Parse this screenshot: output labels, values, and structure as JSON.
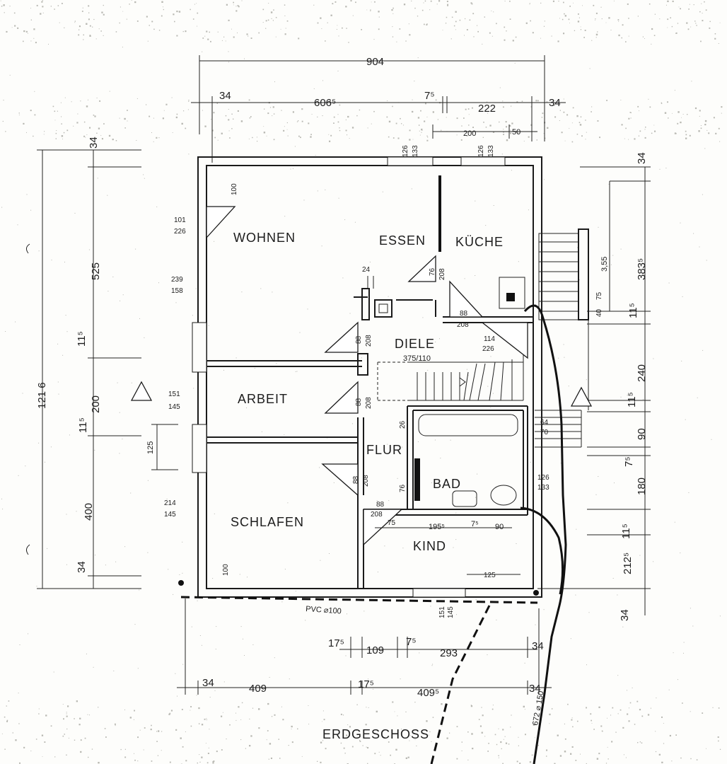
{
  "plan_title": "ERDGESCHOSS",
  "rooms": {
    "wohnen": "WOHNEN",
    "essen": "ESSEN",
    "kueche": "KÜCHE",
    "diele": "DIELE",
    "arbeit": "ARBEIT",
    "flur": "FLUR",
    "bad": "BAD",
    "schlafen": "SCHLAFEN",
    "kind": "KIND"
  },
  "dims_top": {
    "total": "904",
    "a": "34",
    "b": "606⁵",
    "c": "7⁵",
    "d": "222",
    "e": "34",
    "f": "200",
    "g": "50",
    "w1": "126",
    "w1b": "133",
    "w2": "126",
    "w2b": "133"
  },
  "dims_left": {
    "total": "121 6",
    "a": "34",
    "b": "525",
    "c": "11⁵",
    "d": "200",
    "e": "11⁵",
    "f": "400",
    "g": "34",
    "h": "125"
  },
  "dims_right": {
    "a": "34",
    "b": "383⁵",
    "c": "3,55",
    "d": "11⁵",
    "e": "240",
    "f": "11⁵",
    "g": "90",
    "h": "7⁵",
    "i": "180",
    "j": "11⁵",
    "k": "212⁵",
    "l": "34",
    "m": "40",
    "n": "75"
  },
  "dims_bottom": {
    "a1": "17⁵",
    "a2": "109",
    "a3": "7⁵",
    "a4": "293",
    "a5": "34",
    "b1": "34",
    "b2": "409",
    "b3": "17⁵",
    "b4": "409⁵",
    "b5": "34"
  },
  "openings": {
    "w_wohnen_top": "100",
    "w_wohnen_side_a": "101",
    "w_wohnen_side_b": "226",
    "w_wohnen_left_a": "239",
    "w_wohnen_left_b": "158",
    "w_arbeit_a": "151",
    "w_arbeit_b": "145",
    "w_schlafen_a": "214",
    "w_schlafen_b": "145",
    "w_schlafen_bot": "100",
    "d_kueche_a": "76",
    "d_kueche_b": "208",
    "d_diele_a": "88",
    "d_diele_b": "208",
    "d_wohnen_a": "88",
    "d_wohnen_b": "208",
    "d_arbeit_a": "88",
    "d_arbeit_b": "208",
    "d_schlafen_a": "88",
    "d_schlafen_b": "208",
    "d_kind_a": "88",
    "d_kind_b": "208",
    "d_ext_a": "114",
    "d_ext_b": "226",
    "stair": "375/110",
    "chimney": "24",
    "bad_a": "26",
    "bad_b": "76",
    "bad_c": "126",
    "bad_d": "133",
    "bad_w": "64",
    "bad_w2": "70",
    "kind_w": "125",
    "kind_a": "75",
    "kind_b": "195⁵",
    "kind_c": "7⁵",
    "kind_d": "90",
    "bot_win_a": "151",
    "bot_win_b": "145"
  },
  "annotations": {
    "pipe_label": "PVC ⌀100",
    "pipe_label_2": "672 ⌀ 150"
  }
}
